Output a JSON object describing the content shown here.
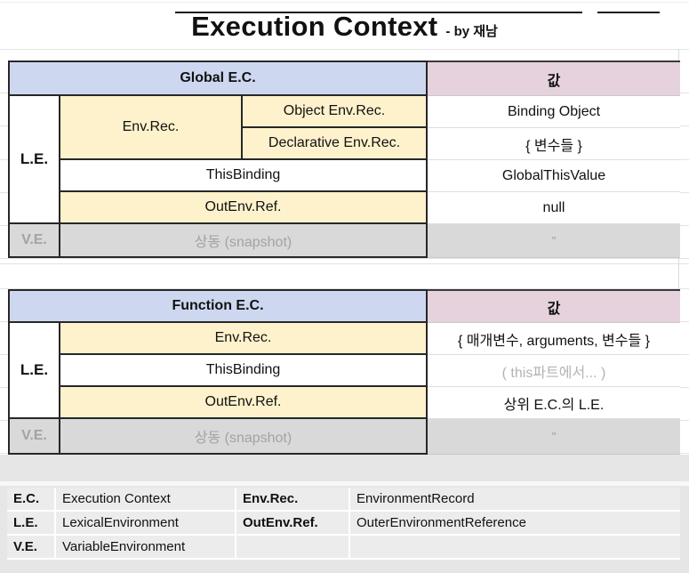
{
  "title": {
    "main": "Execution Context",
    "suffix": "- by 재남"
  },
  "global_table": {
    "header": "Global E.C.",
    "value_header": "값",
    "le": "L.E.",
    "ve": "V.E.",
    "env_rec": "Env.Rec.",
    "object_env_rec": "Object Env.Rec.",
    "declarative_env_rec": "Declarative Env.Rec.",
    "this_binding": "ThisBinding",
    "out_env_ref": "OutEnv.Ref.",
    "snapshot": "상동 (snapshot)",
    "values": {
      "binding_object": "Binding Object",
      "variables": "{ 변수들 }",
      "global_this": "GlobalThisValue",
      "null_value": "null",
      "ditto": "\""
    }
  },
  "function_table": {
    "header": "Function E.C.",
    "value_header": "값",
    "le": "L.E.",
    "ve": "V.E.",
    "env_rec": "Env.Rec.",
    "this_binding": "ThisBinding",
    "out_env_ref": "OutEnv.Ref.",
    "snapshot": "상동 (snapshot)",
    "values": {
      "env_rec": "{ 매개변수, arguments, 변수들 }",
      "this_binding": "( this파트에서... )",
      "out_env_ref": "상위 E.C.의 L.E.",
      "ditto": "\""
    }
  },
  "legend": {
    "rows": [
      {
        "abbr1": "E.C.",
        "full1": "Execution Context",
        "abbr2": "Env.Rec.",
        "full2": "EnvironmentRecord"
      },
      {
        "abbr1": "L.E.",
        "full1": "LexicalEnvironment",
        "abbr2": "OutEnv.Ref.",
        "full2": "OuterEnvironmentReference"
      },
      {
        "abbr1": "V.E.",
        "full1": "VariableEnvironment",
        "abbr2": "",
        "full2": ""
      }
    ]
  },
  "colors": {
    "header_blue": "#cdd8f0",
    "header_pink": "#e5d2dd",
    "cell_yellow": "#fdf2cc",
    "snapshot_gray_bg": "#d9d9d9",
    "muted_text": "#a3a3a3",
    "table_border": "#272727",
    "page_bottom_gray": "#e6e6e6"
  }
}
